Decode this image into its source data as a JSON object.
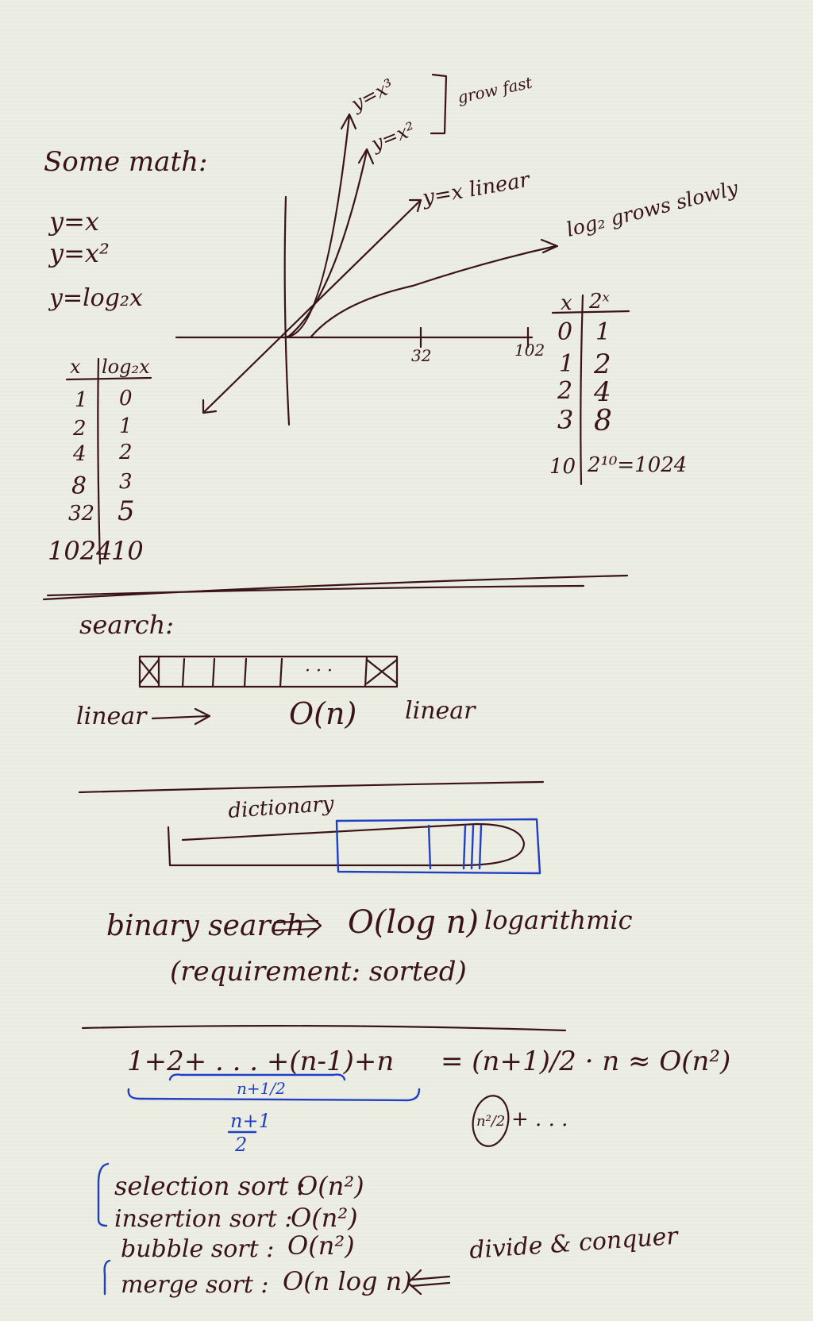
{
  "math": {
    "heading": "Some math:",
    "equations": [
      "y=x",
      "y=x²",
      "y=log₂x"
    ]
  },
  "log_table": {
    "headers": [
      "x",
      "log₂x"
    ],
    "rows": [
      [
        "1",
        "0"
      ],
      [
        "2",
        "1"
      ],
      [
        "4",
        "2"
      ],
      [
        "8",
        "3"
      ],
      [
        "32",
        "5"
      ],
      [
        "1024",
        "10"
      ]
    ]
  },
  "graph": {
    "curve_labels": {
      "cube": "y=x³",
      "square": "y=x²",
      "grow_fast": "grow fast",
      "linear": "y=x linear",
      "log": "log₂ grows slowly"
    },
    "x_ticks": [
      "32",
      "102"
    ]
  },
  "pow_table": {
    "headers": [
      "x",
      "2ˣ"
    ],
    "rows": [
      [
        "0",
        "1"
      ],
      [
        "1",
        "2"
      ],
      [
        "2",
        "4"
      ],
      [
        "3",
        "8"
      ],
      [
        "10",
        "2¹⁰=1024"
      ]
    ]
  },
  "search": {
    "heading": "search:",
    "dots": "· · ·",
    "linear_label": "linear",
    "complexity": "O(n)",
    "complexity_label": "linear"
  },
  "dictionary": {
    "label": "dictionary",
    "binary_search": "binary search",
    "complexity": "O(log n)",
    "complexity_label": "logarithmic",
    "requirement": "(requirement: sorted)"
  },
  "sum": {
    "expression": "1+2+ . . . +(n-1)+n",
    "equals": "= (n+1)/2 · n ≈ O(n²)",
    "brace_inner": "n+1/2",
    "brace_outer": "n+1",
    "brace_outer_den": "2",
    "circled": "n²/2",
    "trail": "+ . . ."
  },
  "sorts": {
    "rows": [
      {
        "name": "selection sort :",
        "complexity": "O(n²)"
      },
      {
        "name": "insertion sort :",
        "complexity": "O(n²)"
      },
      {
        "name": "bubble sort :",
        "complexity": "O(n²)"
      },
      {
        "name": "merge sort :",
        "complexity": "O(n log n)"
      }
    ],
    "merge_note": "divide & conquer"
  }
}
